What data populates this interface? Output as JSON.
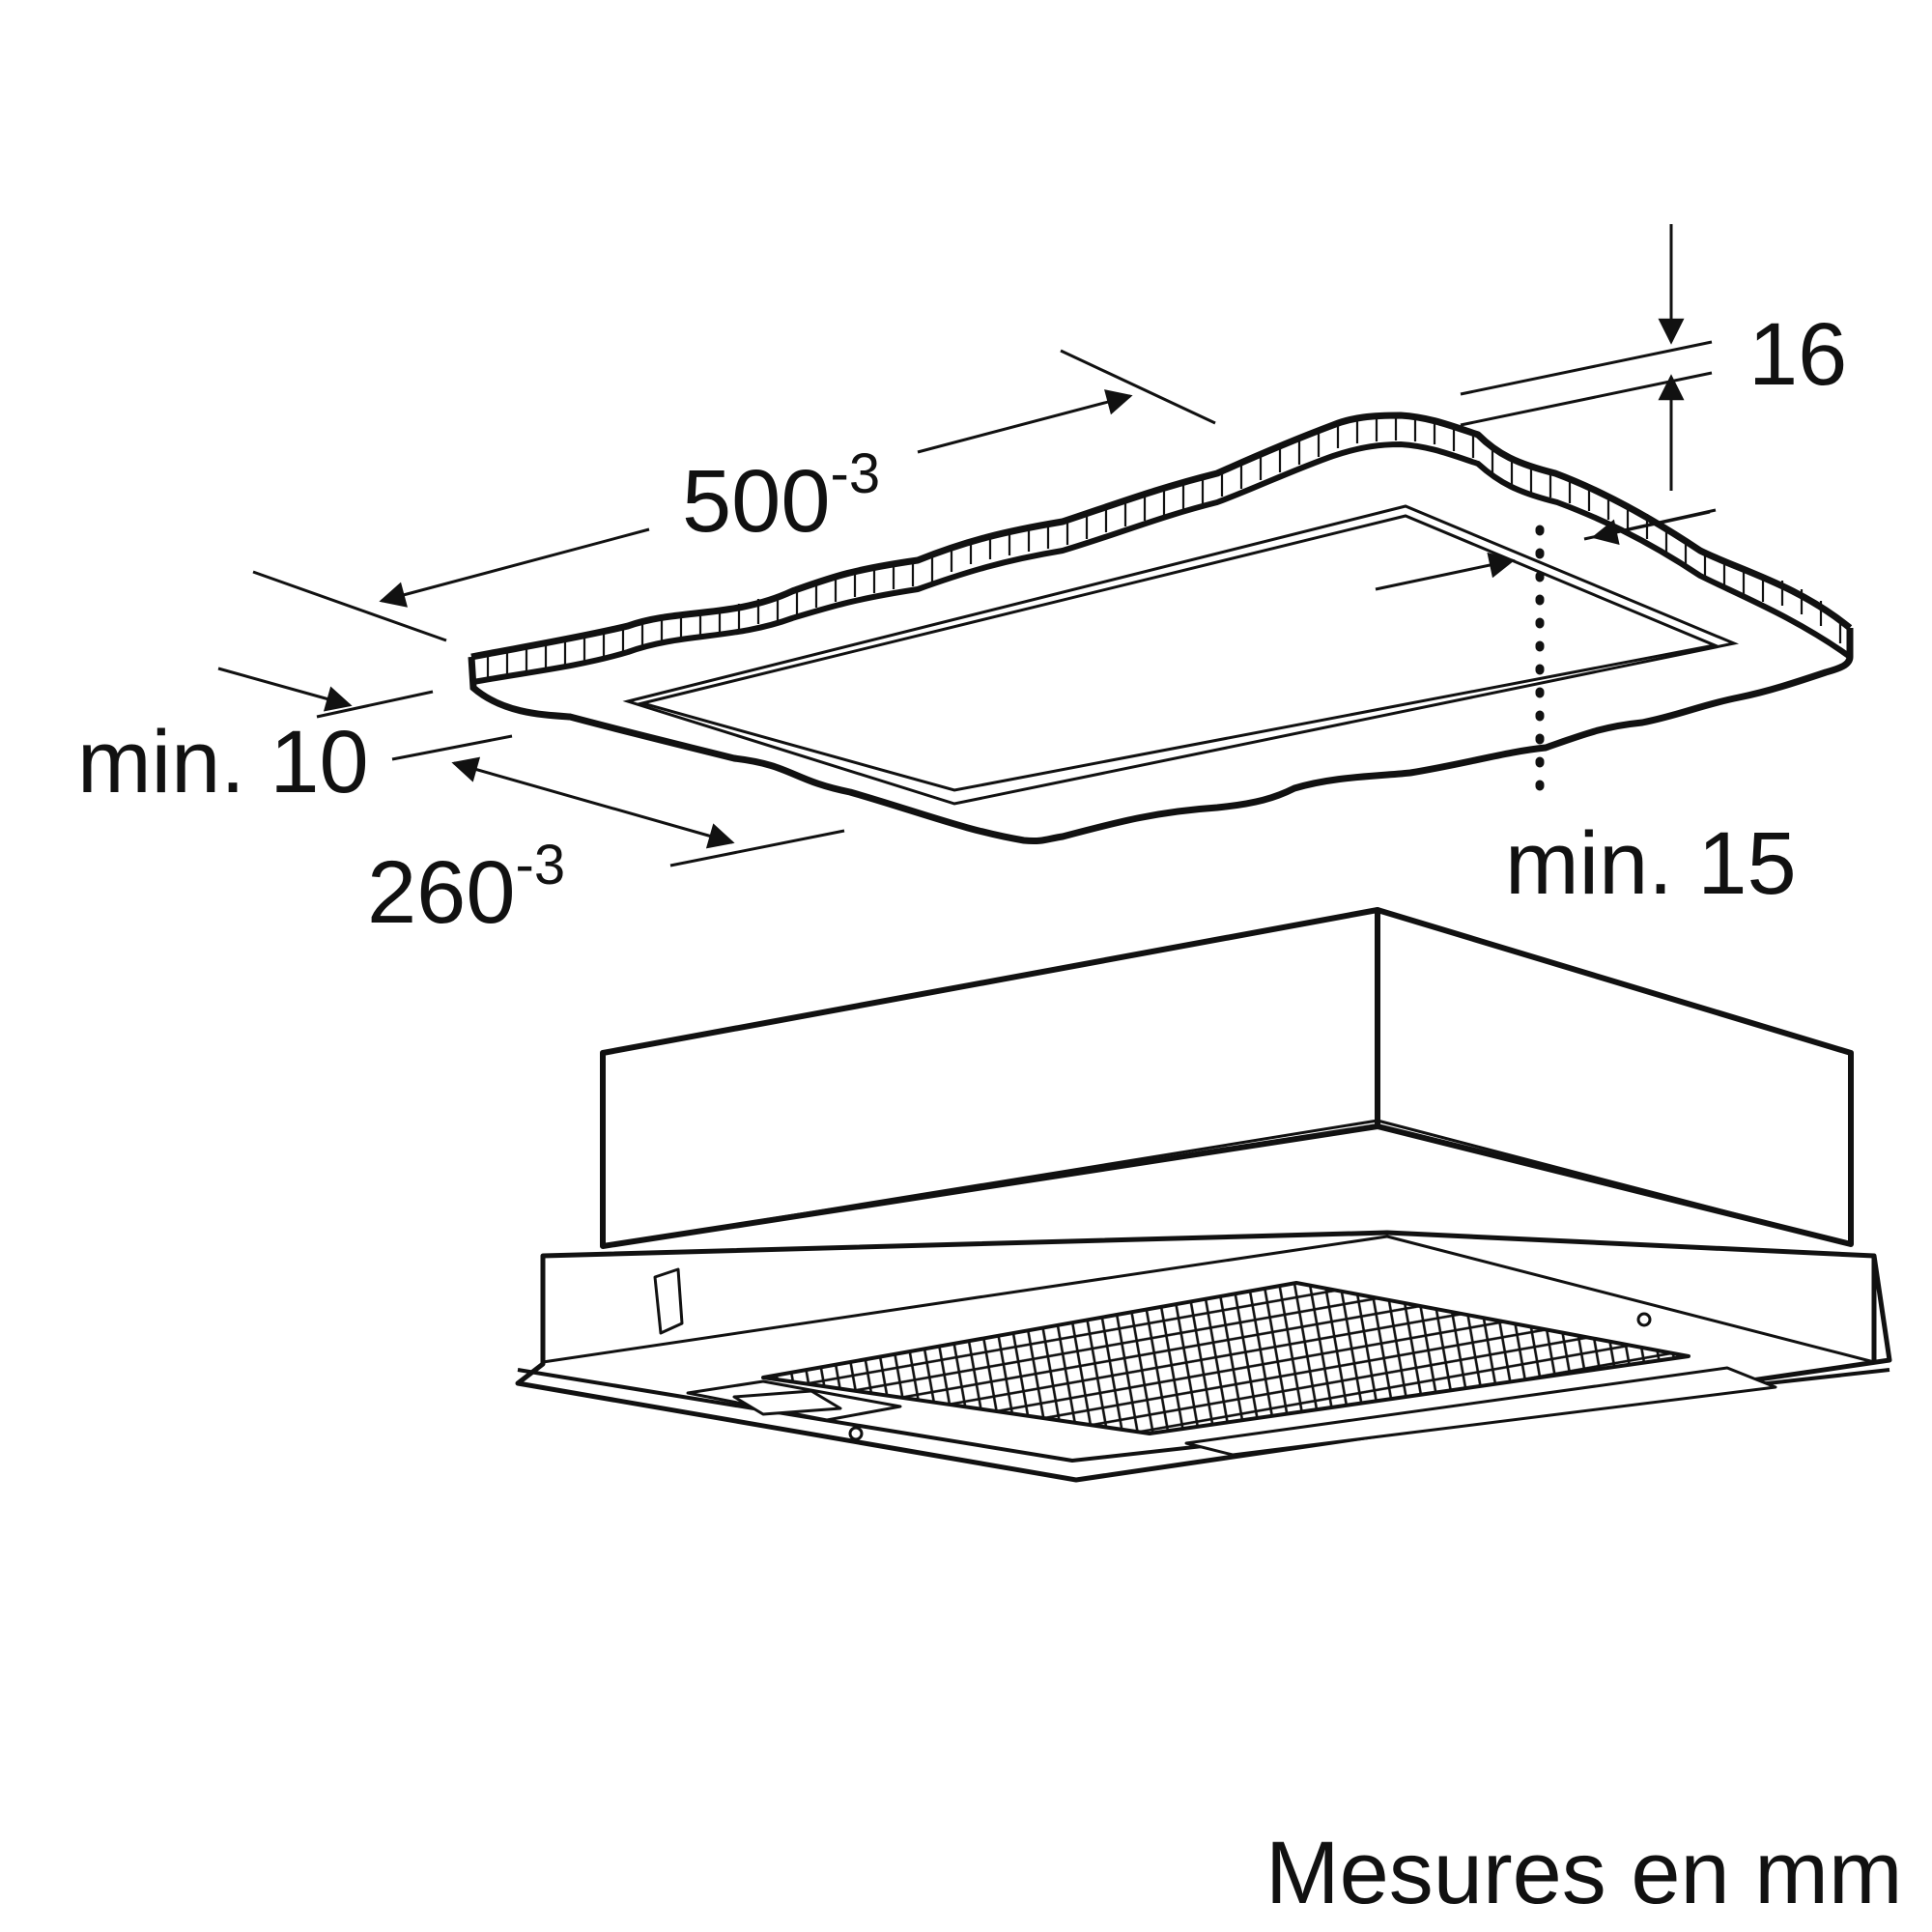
{
  "diagram": {
    "dimensions": {
      "width": {
        "value": "500",
        "tolerance": "-3"
      },
      "depth": {
        "value": "260",
        "tolerance": "-3"
      },
      "panel_thickness": {
        "value": "16"
      },
      "side_clearance": {
        "value": "min. 10"
      },
      "rear_clearance": {
        "value": "min. 15"
      }
    },
    "units_note": "Mesures en mm",
    "colors": {
      "line": "#111111",
      "background": "#ffffff"
    }
  }
}
